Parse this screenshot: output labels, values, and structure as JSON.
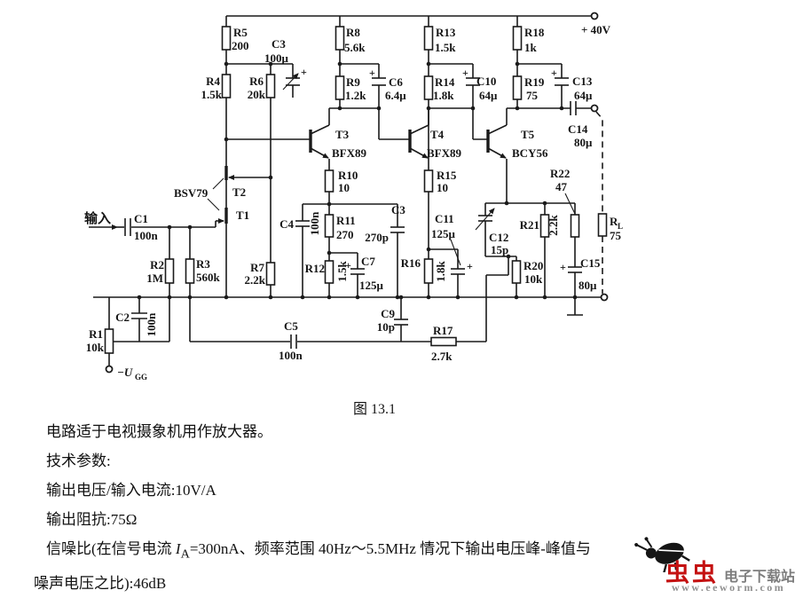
{
  "labels": {
    "input": "输入",
    "supply": "+ 40V",
    "neg_u": "−U",
    "neg_sub": "GG",
    "plus": "+",
    "caption": "图 13.1",
    "jfet": "BSV79"
  },
  "comp": {
    "R1": {
      "n": "R1",
      "v": "10k"
    },
    "R2": {
      "n": "R2",
      "v": "1M"
    },
    "R3": {
      "n": "R3",
      "v": "560k"
    },
    "R4": {
      "n": "R4",
      "v": "1.5k"
    },
    "R5": {
      "n": "R5",
      "v": "200"
    },
    "R6": {
      "n": "R6",
      "v": "20k"
    },
    "R7": {
      "n": "R7",
      "v": "2.2k"
    },
    "R8": {
      "n": "R8",
      "v": "5.6k"
    },
    "R9": {
      "n": "R9",
      "v": "1.2k"
    },
    "R10": {
      "n": "R10",
      "v": "10"
    },
    "R11": {
      "n": "R11",
      "v": "270"
    },
    "R12": {
      "n": "R12",
      "v": "1.5k"
    },
    "R13": {
      "n": "R13",
      "v": "1.5k"
    },
    "R14": {
      "n": "R14",
      "v": "1.8k"
    },
    "R15": {
      "n": "R15",
      "v": "10"
    },
    "R16": {
      "n": "R16",
      "v": "1.8k"
    },
    "R17": {
      "n": "R17",
      "v": "2.7k"
    },
    "R18": {
      "n": "R18",
      "v": "1k"
    },
    "R19": {
      "n": "R19",
      "v": "75"
    },
    "R20": {
      "n": "R20",
      "v": "10k"
    },
    "R21": {
      "n": "R21",
      "v": "2.2k"
    },
    "R22": {
      "n": "R22",
      "v": "47"
    },
    "RL": {
      "n": "R",
      "sub": "L",
      "v": "75"
    },
    "C1": {
      "n": "C1",
      "v": "100n"
    },
    "C2": {
      "n": "C2",
      "v": "100n"
    },
    "C3": {
      "n": "C3",
      "v": "100μ"
    },
    "C3b": {
      "n": "C3",
      "v": "270p"
    },
    "C4": {
      "n": "C4",
      "v": "100n"
    },
    "C5": {
      "n": "C5",
      "v": "100n"
    },
    "C6": {
      "n": "C6",
      "v": "6.4μ"
    },
    "C7": {
      "n": "C7",
      "v": "125μ"
    },
    "C9": {
      "n": "C9",
      "v": "10p"
    },
    "C10": {
      "n": "C10",
      "v": "64μ"
    },
    "C11": {
      "n": "C11",
      "v": "125μ"
    },
    "C12": {
      "n": "C12",
      "v": "15p"
    },
    "C13": {
      "n": "C13",
      "v": "64μ"
    },
    "C14": {
      "n": "C14",
      "v": "80μ"
    },
    "C15": {
      "n": "C15",
      "v": "80μ"
    },
    "T1": {
      "n": "T1"
    },
    "T2": {
      "n": "T2"
    },
    "T3": {
      "n": "T3",
      "t": "BFX89"
    },
    "T4": {
      "n": "T4",
      "t": "BFX89"
    },
    "T5": {
      "n": "T5",
      "t": "BCY56"
    }
  },
  "notes": {
    "l1": "电路适于电视摄象机用作放大器。",
    "l2": "技术参数:",
    "l3": "输出电压/输入电流:10V/A",
    "l4": "输出阻抗:75Ω",
    "l5_pre": "信噪比(在信号电流 ",
    "l5_i": "I",
    "l5_sub": "A",
    "l5_post": "=300nA、频率范围 40Hz～5.5MHz 情况下输出电压峰-峰值与",
    "l6": "噪声电压之比):46dB"
  },
  "watermark": {
    "brand": "虫虫",
    "site": "电子下载站",
    "url": "www.eeworm.com"
  }
}
